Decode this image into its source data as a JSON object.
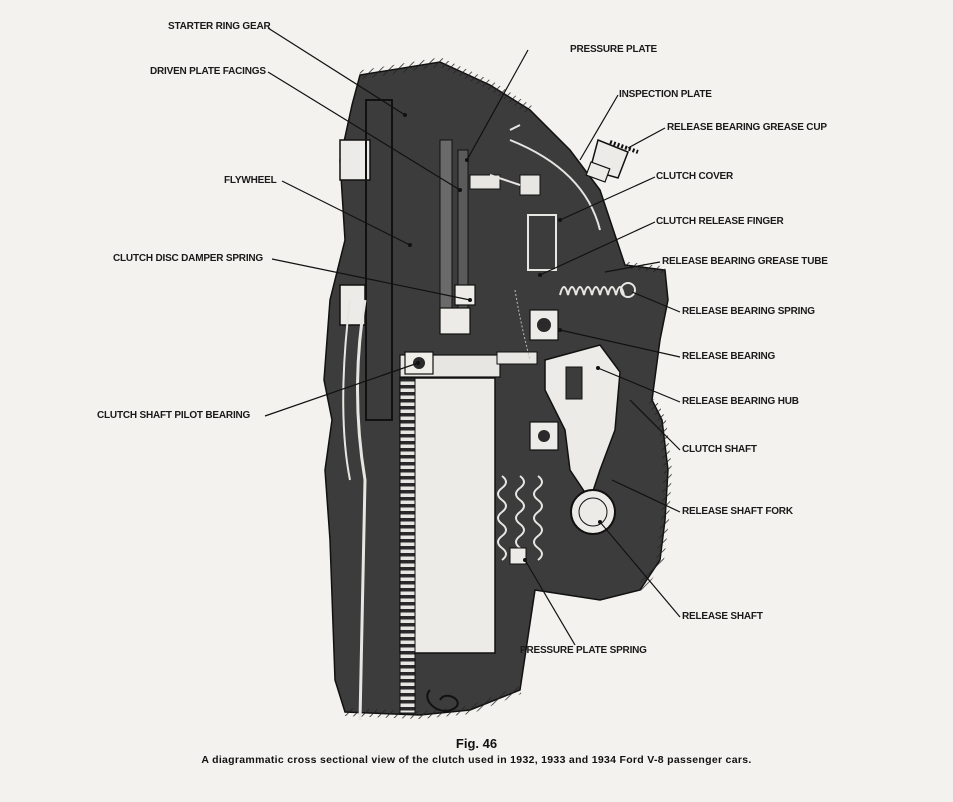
{
  "labels": {
    "starter_ring_gear": "STARTER RING GEAR",
    "pressure_plate": "PRESSURE PLATE",
    "driven_plate_facings": "DRIVEN PLATE FACINGS",
    "inspection_plate": "INSPECTION PLATE",
    "release_bearing_grease_cup": "RELEASE BEARING GREASE CUP",
    "flywheel": "FLYWHEEL",
    "clutch_cover": "CLUTCH COVER",
    "clutch_release_finger": "CLUTCH RELEASE FINGER",
    "clutch_disc_damper_spring": "CLUTCH DISC DAMPER SPRING",
    "release_bearing_grease_tube": "RELEASE BEARING GREASE TUBE",
    "release_bearing_spring": "RELEASE BEARING SPRING",
    "release_bearing": "RELEASE BEARING",
    "clutch_shaft_pilot_bearing": "CLUTCH SHAFT PILOT BEARING",
    "release_bearing_hub": "RELEASE BEARING HUB",
    "clutch_shaft": "CLUTCH SHAFT",
    "release_shaft_fork": "RELEASE SHAFT FORK",
    "release_shaft": "RELEASE SHAFT",
    "pressure_plate_spring": "PRESSURE PLATE SPRING"
  },
  "caption": {
    "figure": "Fig. 46",
    "text": "A diagrammatic cross sectional view of the clutch used in 1932, 1933 and 1934 Ford V-8 passenger cars."
  },
  "colors": {
    "ink": "#1a1a1a",
    "section_fill": "#3a3a3a",
    "paper": "#f4f2ee"
  }
}
